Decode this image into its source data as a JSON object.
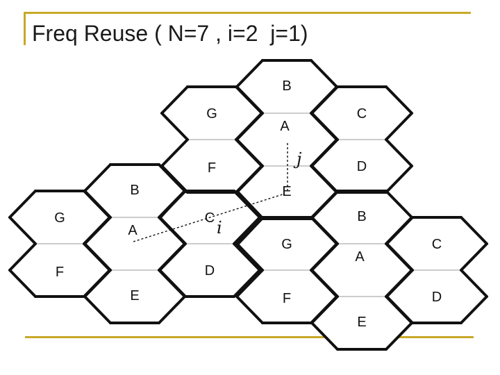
{
  "title": "Freq Reuse ( N=7 , i=2  j=1)",
  "colors": {
    "rule": "#c8a928",
    "hex_stroke": "#111111",
    "hex_fill": "#ffffff"
  },
  "clusters": [
    {
      "name": "top",
      "cells": [
        "B",
        "G",
        "C",
        "A",
        "F",
        "D",
        "E"
      ]
    },
    {
      "name": "left",
      "cells": [
        "B",
        "G",
        "C",
        "A",
        "F",
        "D",
        "E"
      ]
    },
    {
      "name": "right",
      "cells": [
        "B",
        "G",
        "C",
        "A",
        "F",
        "D",
        "E"
      ]
    }
  ],
  "vectors": {
    "i_label": "i",
    "j_label": "j"
  }
}
